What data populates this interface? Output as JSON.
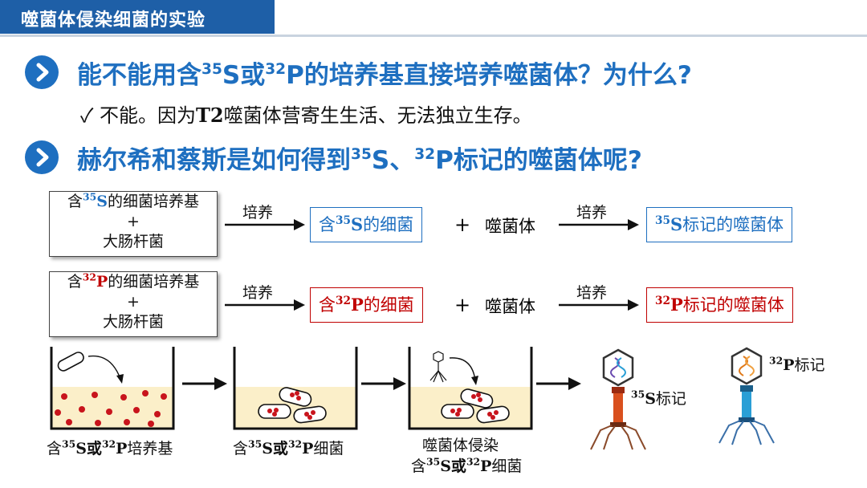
{
  "header": {
    "title": "噬菌体侵染细菌的实验"
  },
  "question1": {
    "pre": "能不能用含",
    "iso1": "35",
    "mid1": "S或",
    "iso2": "32",
    "post": "P的培养基直接培养噬菌体？为什么?"
  },
  "answer1": {
    "check": "✓",
    "pre": "不能。因为",
    "t2": "T2",
    "post": "噬菌体营寄生生活、无法独立生存。"
  },
  "question2": {
    "pre": "赫尔希和蔡斯是如何得到",
    "iso1": "35",
    "mid": "S、",
    "iso2": "32",
    "post": "P标记的噬菌体呢?"
  },
  "row_s": {
    "source": {
      "pre": "含",
      "iso": "35",
      "el": "S",
      "post": "的细菌培养基",
      "plus": "+",
      "bacteria": "大肠杆菌"
    },
    "step1": "培养",
    "middle": {
      "pre": "含",
      "iso": "35",
      "el": "S",
      "post": "的细菌"
    },
    "plus": "+",
    "phage": "噬菌体",
    "step2": "培养",
    "result": {
      "iso": "35",
      "el": "S",
      "post": "标记的噬菌体"
    },
    "color": "#1e6fc0"
  },
  "row_p": {
    "source": {
      "pre": "含",
      "iso": "32",
      "el": "P",
      "post": "的细菌培养基",
      "plus": "+",
      "bacteria": "大肠杆菌"
    },
    "step1": "培养",
    "middle": {
      "pre": "含",
      "iso": "32",
      "el": "P",
      "post": "的细菌"
    },
    "plus": "+",
    "phage": "噬菌体",
    "step2": "培养",
    "result": {
      "iso": "32",
      "el": "P",
      "post": "标记的噬菌体"
    },
    "color": "#c00000"
  },
  "diagram": {
    "cap1": {
      "pre": "含",
      "iso1": "35",
      "el1": "S或",
      "iso2": "32",
      "el2": "P",
      "post": "培养基"
    },
    "cap2": {
      "pre": "含",
      "iso1": "35",
      "el1": "S或",
      "iso2": "32",
      "el2": "P",
      "post": "细菌"
    },
    "cap3": {
      "line1": "噬菌体侵染",
      "pre": "含",
      "iso1": "35",
      "el1": "S或",
      "iso2": "32",
      "el2": "P",
      "post": "细菌"
    },
    "label_s": {
      "iso": "35",
      "el": "S",
      "post": "标记"
    },
    "label_p": {
      "iso": "32",
      "el": "P",
      "post": "标记"
    }
  },
  "colors": {
    "title_bg": "#1e5fa7",
    "accent_blue": "#1e6fc0",
    "accent_red": "#c00000",
    "phage_s_tail": "#d9501e",
    "phage_p_tail": "#2a9fd6"
  }
}
